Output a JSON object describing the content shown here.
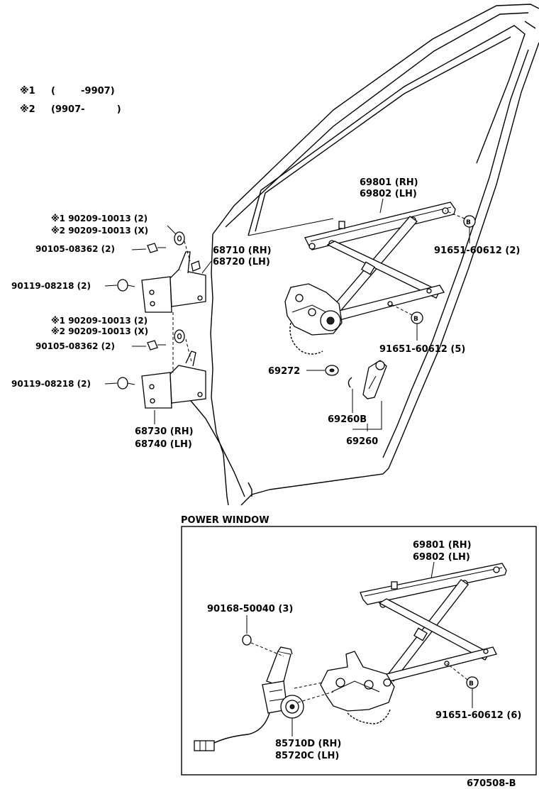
{
  "legend": {
    "note1_mark": "※1",
    "note1_range": "(        -9907)",
    "note2_mark": "※2",
    "note2_range": "(9907-          )"
  },
  "labels": {
    "regulator_main_rh": "69801 (RH)",
    "regulator_main_lh": "69802 (LH)",
    "bolt_upper_right": "91651-60612 (2)",
    "bolt_lower_right": "91651-60612 (5)",
    "washer_hinge_upper_1": "※1 90209-10013 (2)",
    "washer_hinge_upper_2": "※2 90209-10013 (X)",
    "bolt_hinge_upper_a": "90105-08362 (2)",
    "bolt_hinge_upper_b": "90119-08218 (2)",
    "hinge_upper_rh": "68710 (RH)",
    "hinge_upper_lh": "68720 (LH)",
    "washer_hinge_lower_1": "※1 90209-10013 (2)",
    "washer_hinge_lower_2": "※2 90209-10013 (X)",
    "bolt_hinge_lower_a": "90105-08362 (2)",
    "bolt_hinge_lower_b": "90119-08218 (2)",
    "hinge_lower_rh": "68730 (RH)",
    "hinge_lower_lh": "68740 (LH)",
    "seat_plate": "69272",
    "handle_clip": "69260B",
    "handle_assy": "69260"
  },
  "power_window": {
    "title": "POWER WINDOW",
    "regulator_rh": "69801 (RH)",
    "regulator_lh": "69802 (LH)",
    "motor_bolt": "90168-50040 (3)",
    "bolt_right": "91651-60612 (6)",
    "motor_rh": "85710D (RH)",
    "motor_lh": "85720C (LH)"
  },
  "footer": {
    "drawing_number": "670508-B"
  }
}
